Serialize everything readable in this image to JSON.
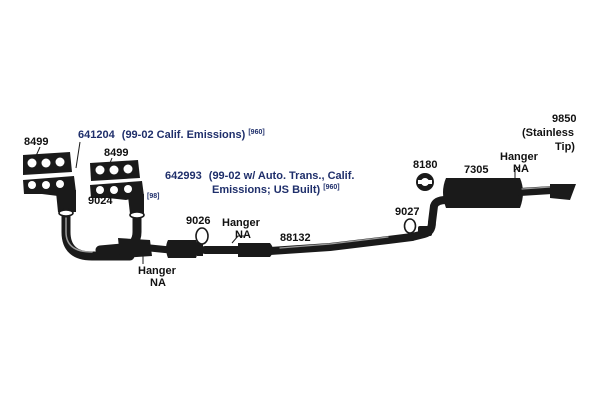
{
  "labels": {
    "part_8499_left": "8499",
    "part_641204": "641204",
    "part_641204_note": "(99-02 Calif. Emissions)",
    "part_641204_ref": "[960]",
    "part_8499_right": "8499",
    "part_9024": "9024",
    "part_98_ref": "[98]",
    "part_642993": "642993",
    "part_642993_note_1": "(99-02 w/ Auto. Trans., Calif.",
    "part_642993_note_2": "Emissions; US Built)",
    "part_642993_ref": "[960]",
    "part_9026": "9026",
    "hanger_mid_1": "Hanger",
    "hanger_mid_2": "NA",
    "hanger_low_1": "Hanger",
    "hanger_low_2": "NA",
    "part_88132": "88132",
    "part_8180": "8180",
    "part_9027": "9027",
    "part_7305": "7305",
    "hanger_right_1": "Hanger",
    "hanger_right_2": "NA",
    "part_9850": "9850",
    "part_9850_note_1": "(Stainless",
    "part_9850_note_2": "Tip)"
  },
  "colors": {
    "part_fill": "#1a1a1a",
    "label_text": "#111111",
    "label_blue": "#1f2f6b",
    "background": "#ffffff"
  }
}
